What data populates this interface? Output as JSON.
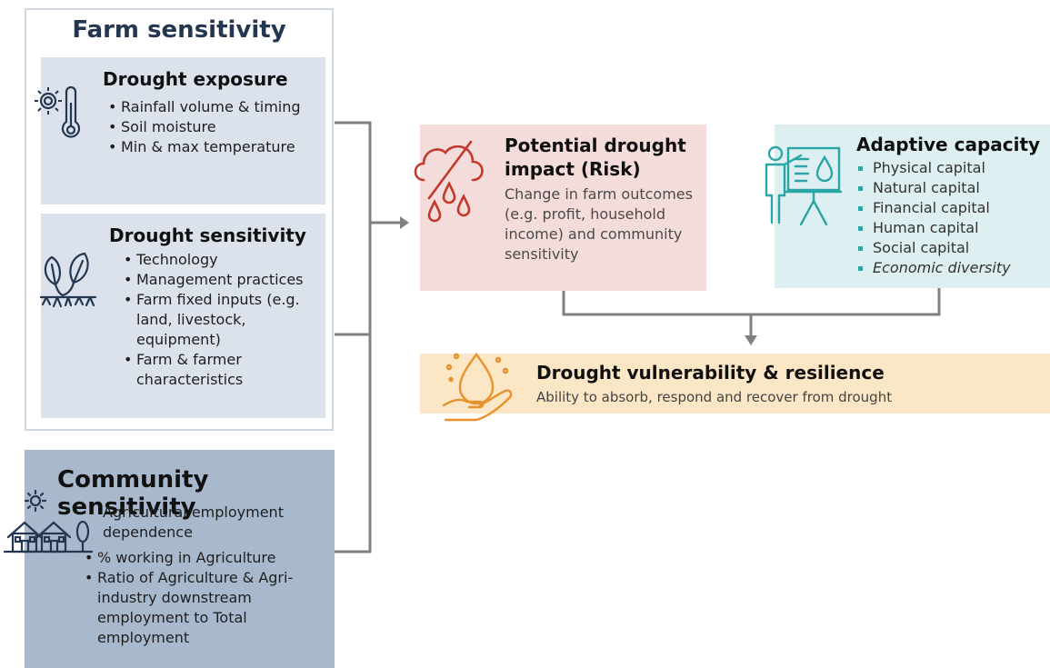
{
  "farm": {
    "title": "Farm sensitivity",
    "exposure": {
      "title": "Drought exposure",
      "items": [
        "Rainfall volume & timing",
        "Soil moisture",
        "Min & max temperature"
      ],
      "icon": "thermometer-sun-icon"
    },
    "sensitivity": {
      "title": "Drought sensitivity",
      "items": [
        "Technology",
        "Management practices",
        "Farm fixed inputs (e.g. land, livestock, equipment)",
        "Farm & farmer characteristics"
      ],
      "icon": "plant-roots-icon"
    }
  },
  "community": {
    "title": "Community sensitivity",
    "subtitle": "Agricultural employment dependence",
    "items": [
      "% working in Agriculture",
      "Ratio of Agriculture & Agri-industry downstream employment to Total employment"
    ],
    "icon": "houses-sun-icon"
  },
  "risk": {
    "title": "Potential drought impact (Risk)",
    "description": "Change in farm outcomes (e.g. profit, household income) and community sensitivity",
    "icon": "cloud-no-rain-icon"
  },
  "adaptive": {
    "title": "Adaptive capacity",
    "items": [
      "Physical capital",
      "Natural capital",
      "Financial capital",
      "Human capital",
      "Social capital",
      "Economic diversity"
    ],
    "icon": "presenter-board-icon"
  },
  "vulnerability": {
    "title": "Drought vulnerability & resilience",
    "description": "Ability to absorb, respond and recover from drought",
    "icon": "hand-drop-icon"
  },
  "colors": {
    "farm_title": "#243650",
    "farm_box": "#dbe2ec",
    "community_box": "#a9b9cd",
    "risk_box": "#f4dcda",
    "risk_icon": "#c0392b",
    "adaptive_box": "#ddeff0",
    "adaptive_icon": "#2aa6a6",
    "vuln_box": "#fbe6c6",
    "vuln_icon": "#e8912d",
    "connector": "#808080"
  }
}
